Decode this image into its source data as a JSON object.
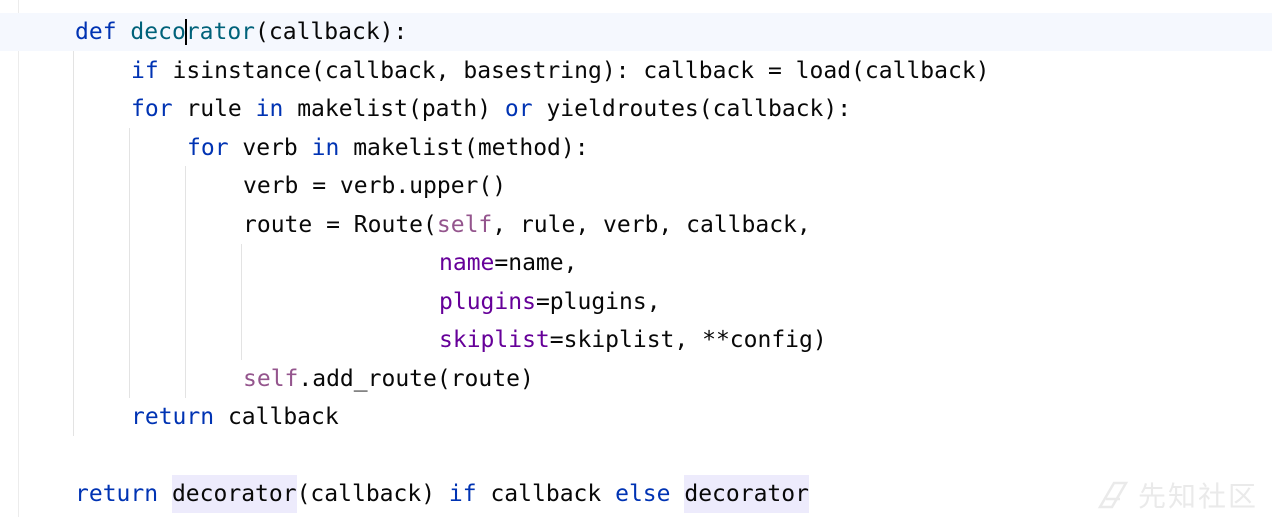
{
  "editor": {
    "lines": [
      {
        "tokens": [
          {
            "t": "def",
            "c": "kw"
          },
          {
            "t": " "
          },
          {
            "t": "deco",
            "c": "fn"
          },
          {
            "caret": true
          },
          {
            "t": "rator",
            "c": "fn"
          },
          {
            "t": "(callback):"
          }
        ]
      },
      {
        "tokens": [
          {
            "t": "if",
            "c": "kw"
          },
          {
            "t": " isinstance(callback, basestring): callback = load(callback)"
          }
        ]
      },
      {
        "tokens": [
          {
            "t": "for",
            "c": "kw"
          },
          {
            "t": " rule "
          },
          {
            "t": "in",
            "c": "kw"
          },
          {
            "t": " makelist(path) "
          },
          {
            "t": "or",
            "c": "kw"
          },
          {
            "t": " yieldroutes(callback):"
          }
        ]
      },
      {
        "tokens": [
          {
            "t": "for",
            "c": "kw"
          },
          {
            "t": " verb "
          },
          {
            "t": "in",
            "c": "kw"
          },
          {
            "t": " makelist(method):"
          }
        ]
      },
      {
        "tokens": [
          {
            "t": "verb = verb.upper()"
          }
        ]
      },
      {
        "tokens": [
          {
            "t": "route = Route("
          },
          {
            "t": "self",
            "c": "self"
          },
          {
            "t": ", rule, verb, callback,"
          }
        ]
      },
      {
        "tokens": [
          {
            "t": "name",
            "c": "param"
          },
          {
            "t": "=name,"
          }
        ]
      },
      {
        "tokens": [
          {
            "t": "plugins",
            "c": "param"
          },
          {
            "t": "=plugins,"
          }
        ]
      },
      {
        "tokens": [
          {
            "t": "skiplist",
            "c": "param"
          },
          {
            "t": "=skiplist, **config)"
          }
        ]
      },
      {
        "tokens": [
          {
            "t": "self",
            "c": "self"
          },
          {
            "t": ".add_route(route)"
          }
        ]
      },
      {
        "tokens": [
          {
            "t": "return",
            "c": "kw"
          },
          {
            "t": " callback"
          }
        ]
      },
      {
        "tokens": []
      },
      {
        "tokens": [
          {
            "t": "return",
            "c": "kw"
          },
          {
            "t": " "
          },
          {
            "t": "decorator",
            "c": "hl"
          },
          {
            "t": "(callback) "
          },
          {
            "t": "if",
            "c": "kw"
          },
          {
            "t": " callback "
          },
          {
            "t": "else",
            "c": "kw"
          },
          {
            "t": " "
          },
          {
            "t": "decorator",
            "c": "hl"
          }
        ]
      }
    ],
    "current_line": 0
  },
  "watermark": {
    "text": "先知社区",
    "icon": "xianzhi-logo-icon"
  },
  "colors": {
    "keyword": "#0033b3",
    "function": "#00627a",
    "self": "#94558d",
    "named_param": "#660099",
    "usage_highlight": "#edebfc",
    "current_line": "#f5f8fe"
  }
}
